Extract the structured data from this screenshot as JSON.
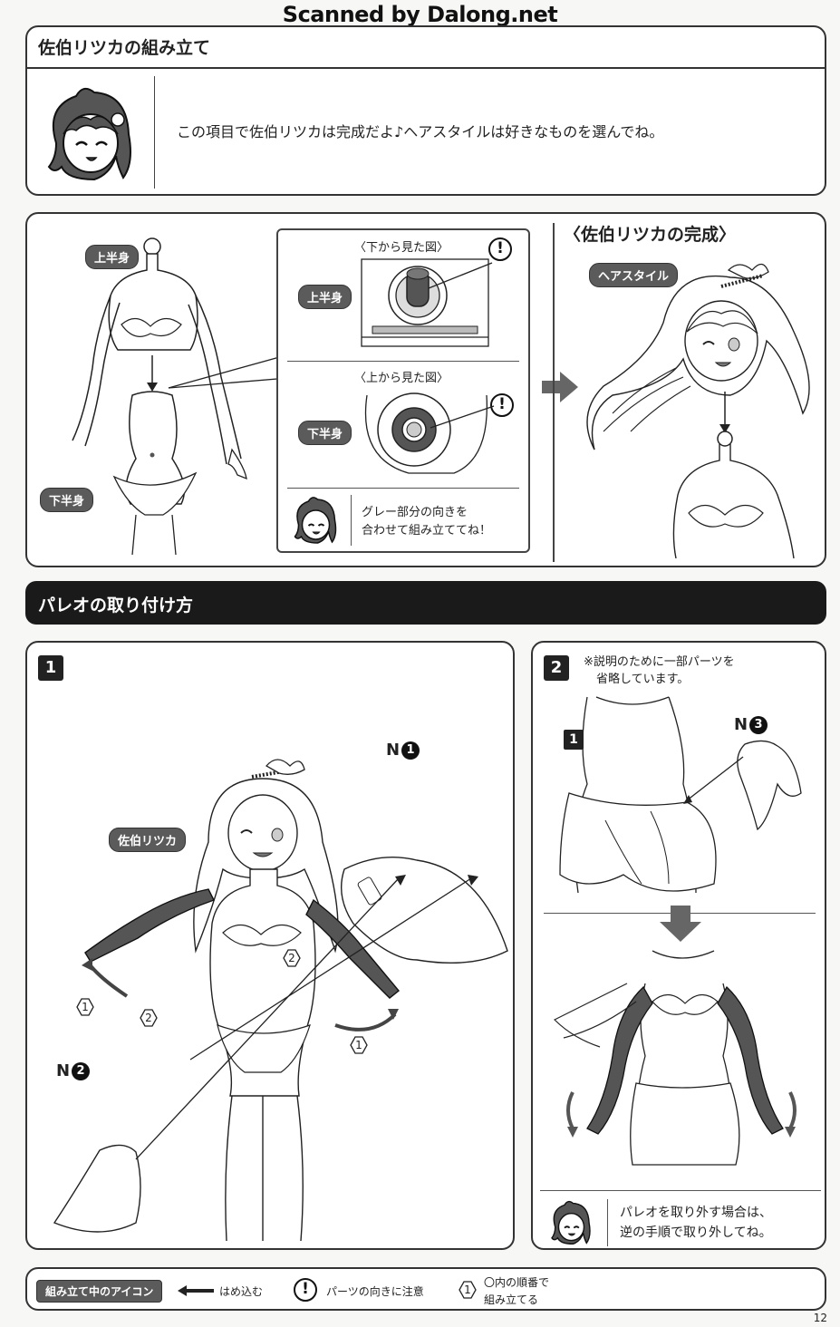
{
  "watermark": "Scanned by Dalong.net",
  "section1": {
    "title": "佐伯リツカの組み立て",
    "intro": "この項目で佐伯リツカは完成だよ♪ヘアスタイルは好きなものを選んでね。"
  },
  "assembly": {
    "upper_label": "上半身",
    "lower_label": "下半身",
    "view_from_below": "〈下から見た図〉",
    "view_from_above": "〈上から見た図〉",
    "detail_upper_label": "上半身",
    "detail_lower_label": "下半身",
    "warn_symbol": "!",
    "note_line1": "グレー部分の向きを",
    "note_line2": "合わせて組み立ててね！",
    "complete_title": "〈佐伯リツカの完成〉",
    "hairstyle_label": "ヘアスタイル"
  },
  "section2": {
    "title": "パレオの取り付け方"
  },
  "step1": {
    "number": "1",
    "character_label": "佐伯リツカ",
    "part_n1_prefix": "N",
    "part_n1_num": "1",
    "part_n2_prefix": "N",
    "part_n2_num": "2",
    "order_1": "1",
    "order_2": "2"
  },
  "step2": {
    "number": "2",
    "note_line1": "※説明のために一部パーツを",
    "note_line2": "省略しています。",
    "sub_step": "1",
    "part_n3_prefix": "N",
    "part_n3_num": "3",
    "tip_line1": "パレオを取り外す場合は、",
    "tip_line2": "逆の手順で取り外してね。"
  },
  "footer": {
    "label": "組み立て中のアイコン",
    "insert_text": "はめ込む",
    "warn_symbol": "!",
    "orientation_text": "パーツの向きに注意",
    "order_symbol": "1",
    "order_text_line1": "〇内の順番で",
    "order_text_line2": "組み立てる"
  },
  "page_number": "12"
}
